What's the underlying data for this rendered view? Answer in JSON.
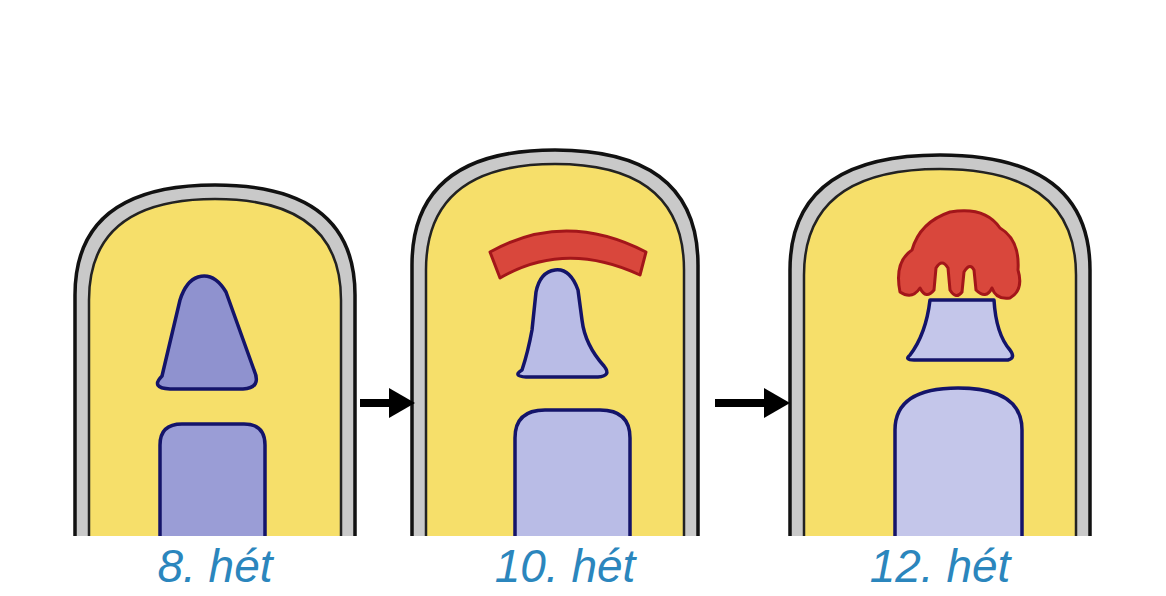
{
  "diagram": {
    "nodes": [
      {
        "text": [
          "8. hét"
        ]
      },
      {
        "text": [
          "10. hét"
        ]
      },
      {
        "text": [
          "12. hét"
        ]
      }
    ],
    "edges": [
      {
        "from": 0,
        "to": 1,
        "arrow": "to"
      },
      {
        "from": 1,
        "to": 2,
        "arrow": "to"
      }
    ]
  }
}
